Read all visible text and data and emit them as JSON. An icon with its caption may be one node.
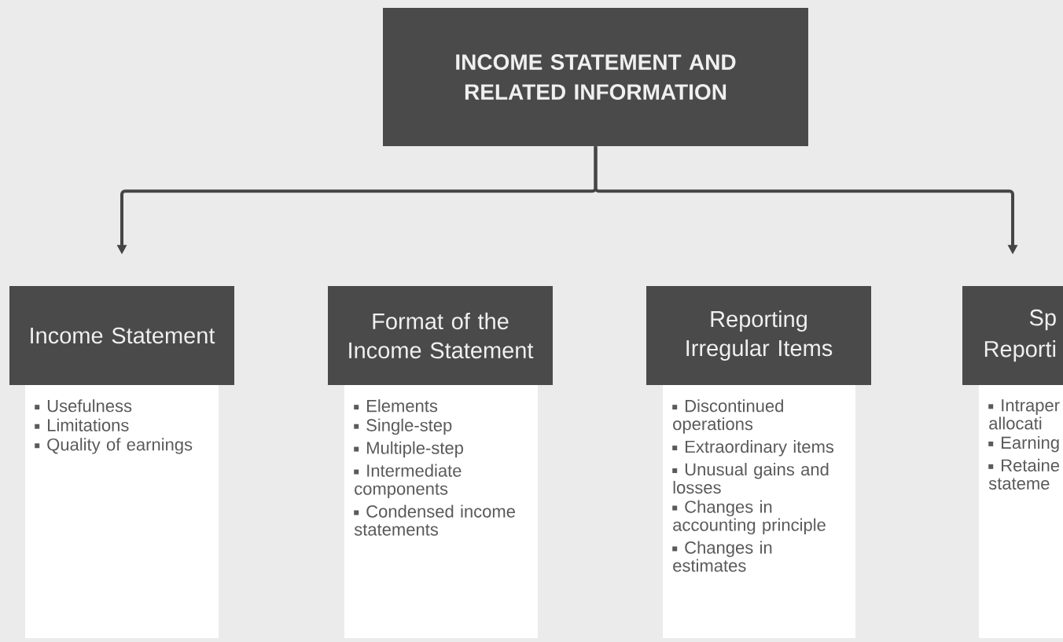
{
  "diagram": {
    "nodes": [
      {
        "text": [
          "INCOME STATEMENT AND RELATED INFORMATION"
        ]
      },
      {
        "text": [
          "Income Statement"
        ]
      },
      {
        "text": [
          "Usefulness",
          "Limitations",
          "Quality of earnings"
        ]
      },
      {
        "text": [
          "Format of the Income Statement"
        ]
      },
      {
        "text": [
          "Elements",
          "Single-step",
          "Multiple-step",
          "Intermediate components",
          "Condensed income statements"
        ]
      },
      {
        "text": [
          "Reporting Irregular Items"
        ]
      },
      {
        "text": [
          "Discontinued operations",
          "Extraordinary items",
          "Unusual gains and losses",
          "Changes in accounting principle",
          "Changes in estimates"
        ]
      },
      {
        "text": [
          "Sp Reporti"
        ]
      },
      {
        "text": [
          "Intraper allocati",
          "Earning",
          "Retaine stateme"
        ]
      }
    ],
    "edges": [
      {
        "from": 0,
        "to": 1,
        "arrow": "to"
      },
      {
        "from": 0,
        "to": 7,
        "arrow": "to"
      }
    ]
  }
}
